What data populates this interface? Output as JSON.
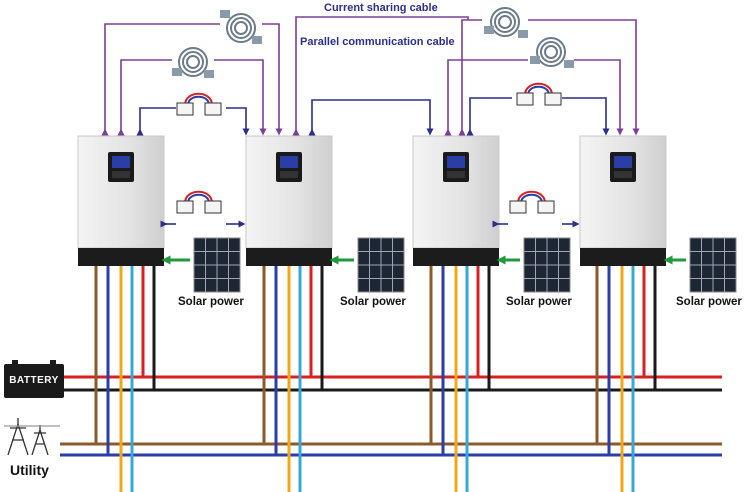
{
  "labels": {
    "current_sharing": "Current sharing cable",
    "parallel_comm": "Parallel communication cable",
    "battery": "BATTERY",
    "utility": "Utility"
  },
  "inverters": [
    {
      "solar_label": "Solar power"
    },
    {
      "solar_label": "Solar power"
    },
    {
      "solar_label": "Solar power"
    },
    {
      "solar_label": "Solar power"
    }
  ],
  "colors": {
    "current_sharing_cable": "#7b3f98",
    "parallel_comm_cable": "#2b2e8c",
    "solar_arrow": "#1f9a3c",
    "battery_positive": "#d92020",
    "battery_negative": "#1a1a1a",
    "utility_live": "#8b5a2b",
    "utility_neutral": "#2b3ea8",
    "bus_yellow": "#f0a818",
    "bus_cyan": "#35a7d8",
    "inverter_body": "#e6e6e6",
    "inverter_base": "#1c1c1c"
  }
}
